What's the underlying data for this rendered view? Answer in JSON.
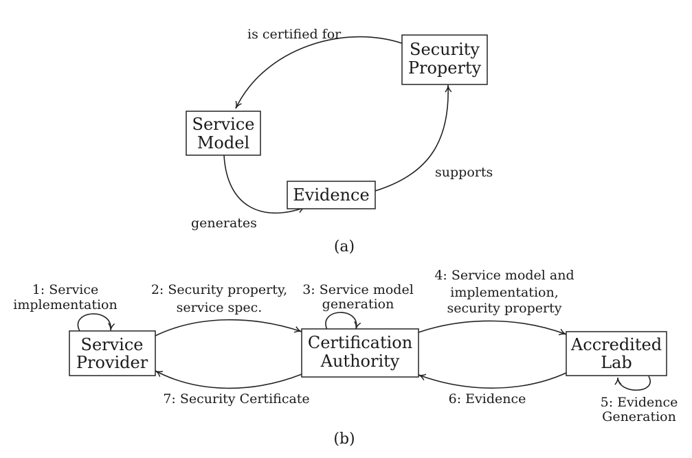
{
  "diagram_a": {
    "caption": "(a)",
    "nodes": {
      "security_property": [
        "Security",
        "Property"
      ],
      "service_model": [
        "Service",
        "Model"
      ],
      "evidence": [
        "Evidence"
      ]
    },
    "edges": {
      "is_certified_for": "is certified for",
      "generates": "generates",
      "supports": "supports"
    }
  },
  "diagram_b": {
    "caption": "(b)",
    "nodes": {
      "service_provider": [
        "Service",
        "Provider"
      ],
      "certification_authority": [
        "Certification",
        "Authority"
      ],
      "accredited_lab": [
        "Accredited",
        "Lab"
      ]
    },
    "edges": {
      "step1": [
        "1: Service",
        "implementation"
      ],
      "step2": [
        "2: Security property,",
        "service spec."
      ],
      "step3": [
        "3: Service model",
        "generation"
      ],
      "step4": [
        "4: Service model and",
        "implementation,",
        "security property"
      ],
      "step5": [
        "5: Evidence",
        "Generation"
      ],
      "step6": "6: Evidence",
      "step7": "7: Security Certificate"
    }
  }
}
